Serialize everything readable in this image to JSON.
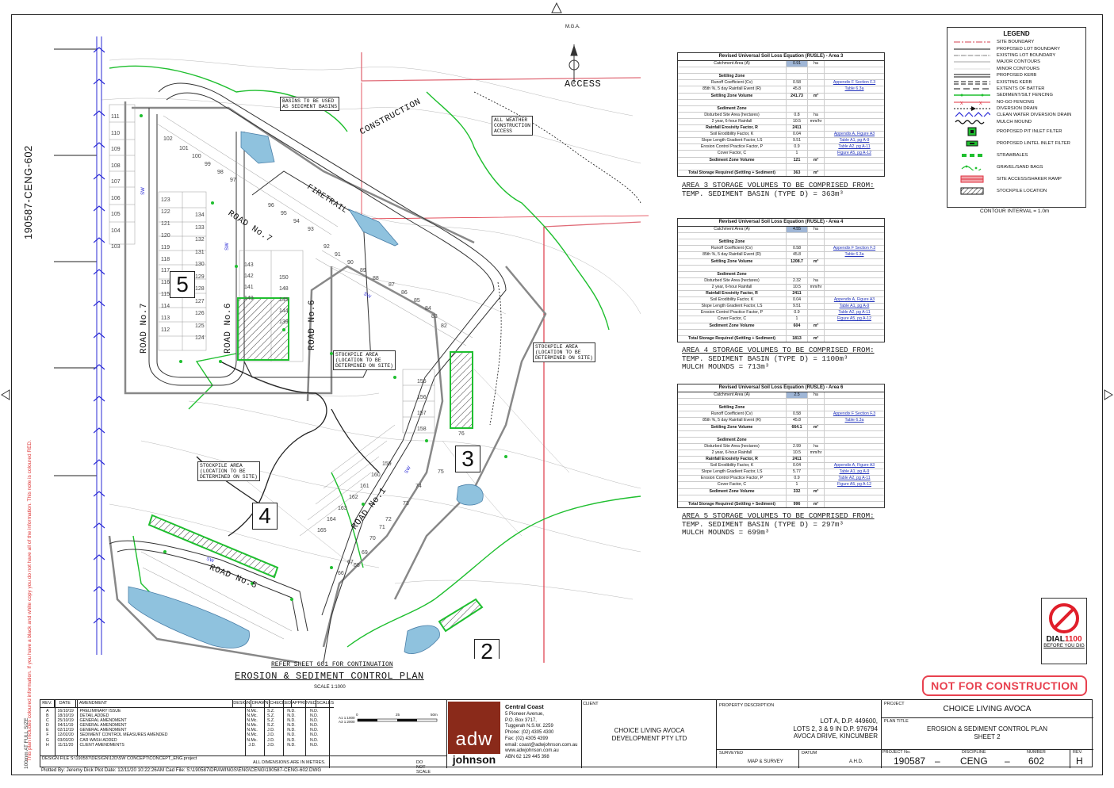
{
  "drawing_id": "190587-CENG-602",
  "side_note_red": "This plan includes coloured information. If you have a black and white copy you do not have all of the information. This note is coloured RED.",
  "side_note_size": "100mm AT FULL SIZE",
  "north_label": "M.G.A.",
  "plan": {
    "access_label": "ACCESS",
    "construction_label": "CONSTRUCTION",
    "firetrail_label": "FIRETRAIL",
    "roads": [
      "ROAD No.7",
      "ROAD No.7",
      "ROAD No.6",
      "ROAD No.6",
      "ROAD No.1",
      "ROAD No.5"
    ],
    "areas": [
      "5",
      "4",
      "3",
      "2"
    ],
    "tags": {
      "basins": "BASINS TO BE USED\nAS SEDIMENT BASINS",
      "all_weather": "ALL WEATHER\nCONSTRUCTION\nACCESS",
      "stockpile_a": "STOCKPILE AREA\n(LOCATION TO BE\nDETERMINED ON SITE)",
      "stockpile_b": "STOCKPILE AREA\n(LOCATION TO BE\nDETERMINED ON SITE)",
      "stockpile_c": "STOCKPILE AREA\n(LOCATION TO BE\nDETERMINED ON SITE)"
    },
    "lot_numbers_a": [
      "111",
      "110",
      "109",
      "108",
      "107",
      "106",
      "105",
      "104",
      "103"
    ],
    "lot_numbers_b": [
      "123",
      "122",
      "121",
      "120",
      "119",
      "118",
      "117",
      "116",
      "115",
      "114",
      "113",
      "112"
    ],
    "lot_numbers_c": [
      "134",
      "133",
      "132",
      "131",
      "130",
      "129",
      "128",
      "127",
      "126",
      "125",
      "124"
    ],
    "lot_numbers_d": [
      "143",
      "142",
      "141",
      "149",
      "150",
      "148",
      "145",
      "144",
      "139"
    ],
    "lot_numbers_e": [
      "102",
      "101",
      "100",
      "99",
      "98",
      "97",
      "96",
      "95",
      "94",
      "93",
      "92",
      "91",
      "90",
      "89",
      "88",
      "87",
      "86",
      "85",
      "84",
      "83",
      "82"
    ],
    "lot_numbers_f": [
      "155",
      "156",
      "157",
      "158",
      "76",
      "75",
      "74",
      "73",
      "72",
      "71",
      "70",
      "69",
      "68",
      "67",
      "66"
    ],
    "lot_numbers_g": [
      "159",
      "160",
      "161",
      "162",
      "163",
      "164",
      "165"
    ],
    "sw_label": "SW",
    "refer_note": "REFER SHEET 601 FOR CONTINUATION",
    "title": "EROSION & SEDIMENT CONTROL PLAN",
    "scale": "SCALE 1:1000"
  },
  "rusle_tables": [
    {
      "title": "Revised Universal Soil Loss Equation (RUSLE) - Area 3",
      "catchment": {
        "label": "Catchment Area (A)",
        "value": "0.91",
        "unit": "ha"
      },
      "settling_header": "Settling Zone",
      "settling": [
        {
          "label": "Runoff Coefficient (Cv)",
          "value": "0.58",
          "unit": "",
          "ref": "Appendix F Section F.3"
        },
        {
          "label": "85th %, 5 day Rainfall Event (R)",
          "value": "45.8",
          "unit": "",
          "ref": "Table 6.3a"
        },
        {
          "label": "Settling Zone Volume",
          "value": "241.73",
          "unit": "m³",
          "ref": ""
        }
      ],
      "sediment_header": "Sediment Zone",
      "sediment": [
        {
          "label": "Disturbed Site Area (hectares)",
          "value": "0.8",
          "unit": "ha",
          "ref": ""
        },
        {
          "label": "2 year, 6-hour Rainfall",
          "value": "10.5",
          "unit": "mm/hr",
          "ref": ""
        },
        {
          "label": "Rainfall Erosivity Factor, R",
          "value": "2411",
          "unit": "",
          "ref": ""
        },
        {
          "label": "Soil Erodibility Factor, K",
          "value": "0.04",
          "unit": "",
          "ref": "Appendix A, Figure A3"
        },
        {
          "label": "Slope Length Gradient Factor, LS",
          "value": "9.51",
          "unit": "",
          "ref": "Table A1, pg A-9"
        },
        {
          "label": "Erosion Control Practice Factor, P",
          "value": "0.9",
          "unit": "",
          "ref": "Table A2, pg A-11"
        },
        {
          "label": "Cover Factor, C",
          "value": "1",
          "unit": "",
          "ref": "Figure A5, pg A-12"
        },
        {
          "label": "Sediment Zone Volume",
          "value": "121",
          "unit": "m³",
          "ref": ""
        }
      ],
      "total": {
        "label": "Total Storage Required (Settling + Sediment)",
        "value": "363",
        "unit": "m³"
      },
      "note_title": "AREA 3 STORAGE VOLUMES TO BE COMPRISED FROM:",
      "note_lines": [
        "TEMP. SEDIMENT BASIN (TYPE D) = 363m³"
      ]
    },
    {
      "title": "Revised Universal Soil Loss Equation (RUSLE) - Area 4",
      "catchment": {
        "label": "Catchment Area (A)",
        "value": "4.55",
        "unit": "ha"
      },
      "settling_header": "Settling Zone",
      "settling": [
        {
          "label": "Runoff Coefficient (Cv)",
          "value": "0.58",
          "unit": "",
          "ref": "Appendix F Section F.3"
        },
        {
          "label": "85th %, 5 day Rainfall Event (R)",
          "value": "45.8",
          "unit": "",
          "ref": "Table 6.3a"
        },
        {
          "label": "Settling Zone Volume",
          "value": "1208.7",
          "unit": "m³",
          "ref": ""
        }
      ],
      "sediment_header": "Sediment Zone",
      "sediment": [
        {
          "label": "Disturbed Site Area (hectares)",
          "value": "2.32",
          "unit": "ha",
          "ref": ""
        },
        {
          "label": "2 year, 6-hour Rainfall",
          "value": "10.5",
          "unit": "mm/hr",
          "ref": ""
        },
        {
          "label": "Rainfall Erosivity Factor, R",
          "value": "2411",
          "unit": "",
          "ref": ""
        },
        {
          "label": "Soil Erodibility Factor, K",
          "value": "0.04",
          "unit": "",
          "ref": "Appendix A, Figure A3"
        },
        {
          "label": "Slope Length Gradient Factor, LS",
          "value": "9.51",
          "unit": "",
          "ref": "Table A1, pg A-9"
        },
        {
          "label": "Erosion Control Practice Factor, P",
          "value": "0.9",
          "unit": "",
          "ref": "Table A2, pg A-11"
        },
        {
          "label": "Cover Factor, C",
          "value": "1",
          "unit": "",
          "ref": "Figure A5, pg A-12"
        },
        {
          "label": "Sediment Zone Volume",
          "value": "604",
          "unit": "m³",
          "ref": ""
        }
      ],
      "total": {
        "label": "Total Storage Required (Settling + Sediment)",
        "value": "1813",
        "unit": "m³"
      },
      "note_title": "AREA 4 STORAGE VOLUMES TO BE COMPRISED FROM:",
      "note_lines": [
        "TEMP. SEDIMENT BASIN (TYPE D) = 1100m³",
        "MULCH MOUNDS = 713m³"
      ]
    },
    {
      "title": "Revised Universal Soil Loss Equation (RUSLE) - Area 6",
      "catchment": {
        "label": "Catchment Area (A)",
        "value": "2.5",
        "unit": "ha"
      },
      "settling_header": "Settling Zone",
      "settling": [
        {
          "label": "Runoff Coefficient (Cv)",
          "value": "0.58",
          "unit": "",
          "ref": "Appendix F Section F.3"
        },
        {
          "label": "85th %, 5 day Rainfall Event (R)",
          "value": "45.8",
          "unit": "",
          "ref": "Table 6.3a"
        },
        {
          "label": "Settling Zone Volume",
          "value": "664.1",
          "unit": "m³",
          "ref": ""
        }
      ],
      "sediment_header": "Sediment Zone",
      "sediment": [
        {
          "label": "Disturbed Site Area (hectares)",
          "value": "2.99",
          "unit": "ha",
          "ref": ""
        },
        {
          "label": "2 year, 6-hour Rainfall",
          "value": "10.5",
          "unit": "mm/hr",
          "ref": ""
        },
        {
          "label": "Rainfall Erosivity Factor, R",
          "value": "2411",
          "unit": "",
          "ref": ""
        },
        {
          "label": "Soil Erodibility Factor, K",
          "value": "0.04",
          "unit": "",
          "ref": "Appendix A, Figure A3"
        },
        {
          "label": "Slope Length Gradient Factor, LS",
          "value": "5.77",
          "unit": "",
          "ref": "Table A1, pg A-9"
        },
        {
          "label": "Erosion Control Practice Factor, P",
          "value": "0.9",
          "unit": "",
          "ref": "Table A2, pg A-11"
        },
        {
          "label": "Cover Factor, C",
          "value": "1",
          "unit": "",
          "ref": "Figure A5, pg A-12"
        },
        {
          "label": "Sediment Zone Volume",
          "value": "332",
          "unit": "m³",
          "ref": ""
        }
      ],
      "total": {
        "label": "Total Storage Required (Settling + Sediment)",
        "value": "996",
        "unit": "m³"
      },
      "note_title": "AREA 5 STORAGE VOLUMES TO BE COMPRISED FROM:",
      "note_lines": [
        "TEMP. SEDIMENT BASIN (TYPE D) = 297m³",
        "MULCH MOUNDS = 699m³"
      ]
    }
  ],
  "legend": {
    "title": "LEGEND",
    "items": [
      {
        "label": "SITE BOUNDARY",
        "icon": "site-boundary"
      },
      {
        "label": "PROPOSED LOT BOUNDARY",
        "icon": "proposed-lot"
      },
      {
        "label": "EXISTING LOT BOUNDARY",
        "icon": "existing-lot"
      },
      {
        "label": "MAJOR CONTOURS",
        "icon": "major-contour"
      },
      {
        "label": "MINOR CONTOURS",
        "icon": "minor-contour"
      },
      {
        "label": "PROPOSED KERB",
        "icon": "proposed-kerb"
      },
      {
        "label": "EXISTING KERB",
        "icon": "existing-kerb"
      },
      {
        "label": "EXTENTS OF BATTER",
        "icon": "batter"
      },
      {
        "label": "SEDIMENT/SILT FENCING",
        "icon": "silt-fence"
      },
      {
        "label": "NO-GO FENCING",
        "icon": "no-go-fence"
      },
      {
        "label": "DIVERSION DRAIN",
        "icon": "diversion-drain"
      },
      {
        "label": "CLEAN WATER DIVERSION DRAIN",
        "icon": "clean-water-drain"
      },
      {
        "label": "MULCH MOUND",
        "icon": "mulch-mound"
      },
      {
        "label": "PROPOSED PIT INLET FILTER",
        "icon": "pit-inlet"
      },
      {
        "label": "PROPOSED LINTEL INLET FILTER",
        "icon": "lintel-inlet"
      },
      {
        "label": "STRAWBALES",
        "icon": "strawbales"
      },
      {
        "label": "GRAVEL/SAND BAGS",
        "icon": "sandbags"
      },
      {
        "label": "SITE ACCESS/SHAKER RAMP",
        "icon": "shaker-ramp"
      },
      {
        "label": "STOCKPILE LOCATION",
        "icon": "stockpile"
      }
    ],
    "contour_interval": "CONTOUR INTERVAL = 1.0m"
  },
  "not_for_construction": "NOT FOR CONSTRUCTION",
  "dial": {
    "text": "DIAL",
    "number": "1100",
    "sub": "BEFORE YOU DIG"
  },
  "title_block": {
    "rev_headers": [
      "REV.",
      "DATE",
      "AMENDMENT",
      "DESIGN",
      "DRAWN",
      "CHECKED",
      "APPROVED",
      "SCALES"
    ],
    "revisions": [
      {
        "rev": "A",
        "date": "16/10/19",
        "amend": "PRELIMINARY ISSUE",
        "design": "N.Mc.",
        "drawn": "S.Z.",
        "checked": "N.D.",
        "approved": "N.D."
      },
      {
        "rev": "B",
        "date": "18/10/19",
        "amend": "DETAIL ADDED",
        "design": "N.Mc.",
        "drawn": "S.Z.",
        "checked": "N.D.",
        "approved": "N.D."
      },
      {
        "rev": "C",
        "date": "25/10/19",
        "amend": "GENERAL AMENDMENT",
        "design": "N.Mc.",
        "drawn": "S.Z.",
        "checked": "N.D.",
        "approved": "N.D."
      },
      {
        "rev": "D",
        "date": "04/11/19",
        "amend": "GENERAL AMENDMENT",
        "design": "N.Mc.",
        "drawn": "S.Z.",
        "checked": "N.D.",
        "approved": "N.D."
      },
      {
        "rev": "E",
        "date": "02/12/19",
        "amend": "GENERAL AMENDMENT",
        "design": "N.Mc.",
        "drawn": "J.D.",
        "checked": "N.D.",
        "approved": "N.D."
      },
      {
        "rev": "F",
        "date": "12/02/20",
        "amend": "SEDIMENT CONTROL MEASURES AMENDED",
        "design": "N.Mc.",
        "drawn": "J.D.",
        "checked": "N.D.",
        "approved": "N.D."
      },
      {
        "rev": "G",
        "date": "03/03/20",
        "amend": "CAR WASH ADDED",
        "design": "N.Mc.",
        "drawn": "J.D.",
        "checked": "N.D.",
        "approved": "N.D."
      },
      {
        "rev": "H",
        "date": "11/11/20",
        "amend": "CLIENT AMENDMENTS",
        "design": "J.D.",
        "drawn": "J.D.",
        "checked": "N.D.",
        "approved": "N.D."
      }
    ],
    "design_file": "DESIGN FILE  S:\\190587\\DESIGN\\12D\\SW CONCEPT\\CONCEPT_ENG.project",
    "dimensions_note": "ALL DIMENSIONS ARE IN METRES.",
    "do_not_scale": "DO NOT SCALE",
    "scale_a1": "A1 1:1000",
    "scale_a3": "A3 1:2000",
    "scale_ticks": [
      "0",
      "25",
      "50m"
    ],
    "office": "Central Coast",
    "address": [
      "5 Pioneer Avenue,",
      "P.O. Box 3717,",
      "Tuggerah N.S.W.  2259",
      "Phone: (02) 4305 4300",
      "Fax:    (02) 4305 4399",
      "email: coast@adwjohnson.com.au",
      "www.adwjohnson.com.au",
      "ABN  62 129 445 398"
    ],
    "logo_top": "adw",
    "logo_bottom": "johnson",
    "client_label": "CLIENT",
    "client": [
      "CHOICE LIVING AVOCA",
      "DEVELOPMENT PTY LTD"
    ],
    "property_label": "PROPERTY DESCRIPTION",
    "property": [
      "LOT A, D.P. 449600,",
      "LOTS 2, 3 & 9 IN D.P. 976794",
      "AVOCA DRIVE, KINCUMBER"
    ],
    "surveyed_label": "SURVEYED",
    "surveyed": "MAP & SURVEY",
    "datum_label": "DATUM",
    "datum": "A.H.D.",
    "project_label": "PROJECT",
    "project": "CHOICE LIVING AVOCA",
    "plan_title_label": "PLAN TITLE",
    "plan_title": [
      "EROSION & SEDIMENT CONTROL PLAN",
      "SHEET 2"
    ],
    "project_no_label": "PROJECT No.",
    "project_no": "190587",
    "discipline_label": "DISCIPLINE",
    "discipline": "CENG",
    "number_label": "NUMBER",
    "number": "602",
    "rev_label": "REV.",
    "rev": "H",
    "dash": "–"
  },
  "plotted": "Plotted By: Jeremy Dick   Plot Date: 12/11/20 10:22:26AM   Cad File: S:\\190587\\DRAWINGS\\ENG\\CENG\\190587-CENG-602.DWG",
  "colors": {
    "silt": "#1fbf2f",
    "no_go": "#e0313f",
    "drain": "#2a2ad6",
    "basin": "#8fc2de",
    "accent": "#e8414f"
  }
}
